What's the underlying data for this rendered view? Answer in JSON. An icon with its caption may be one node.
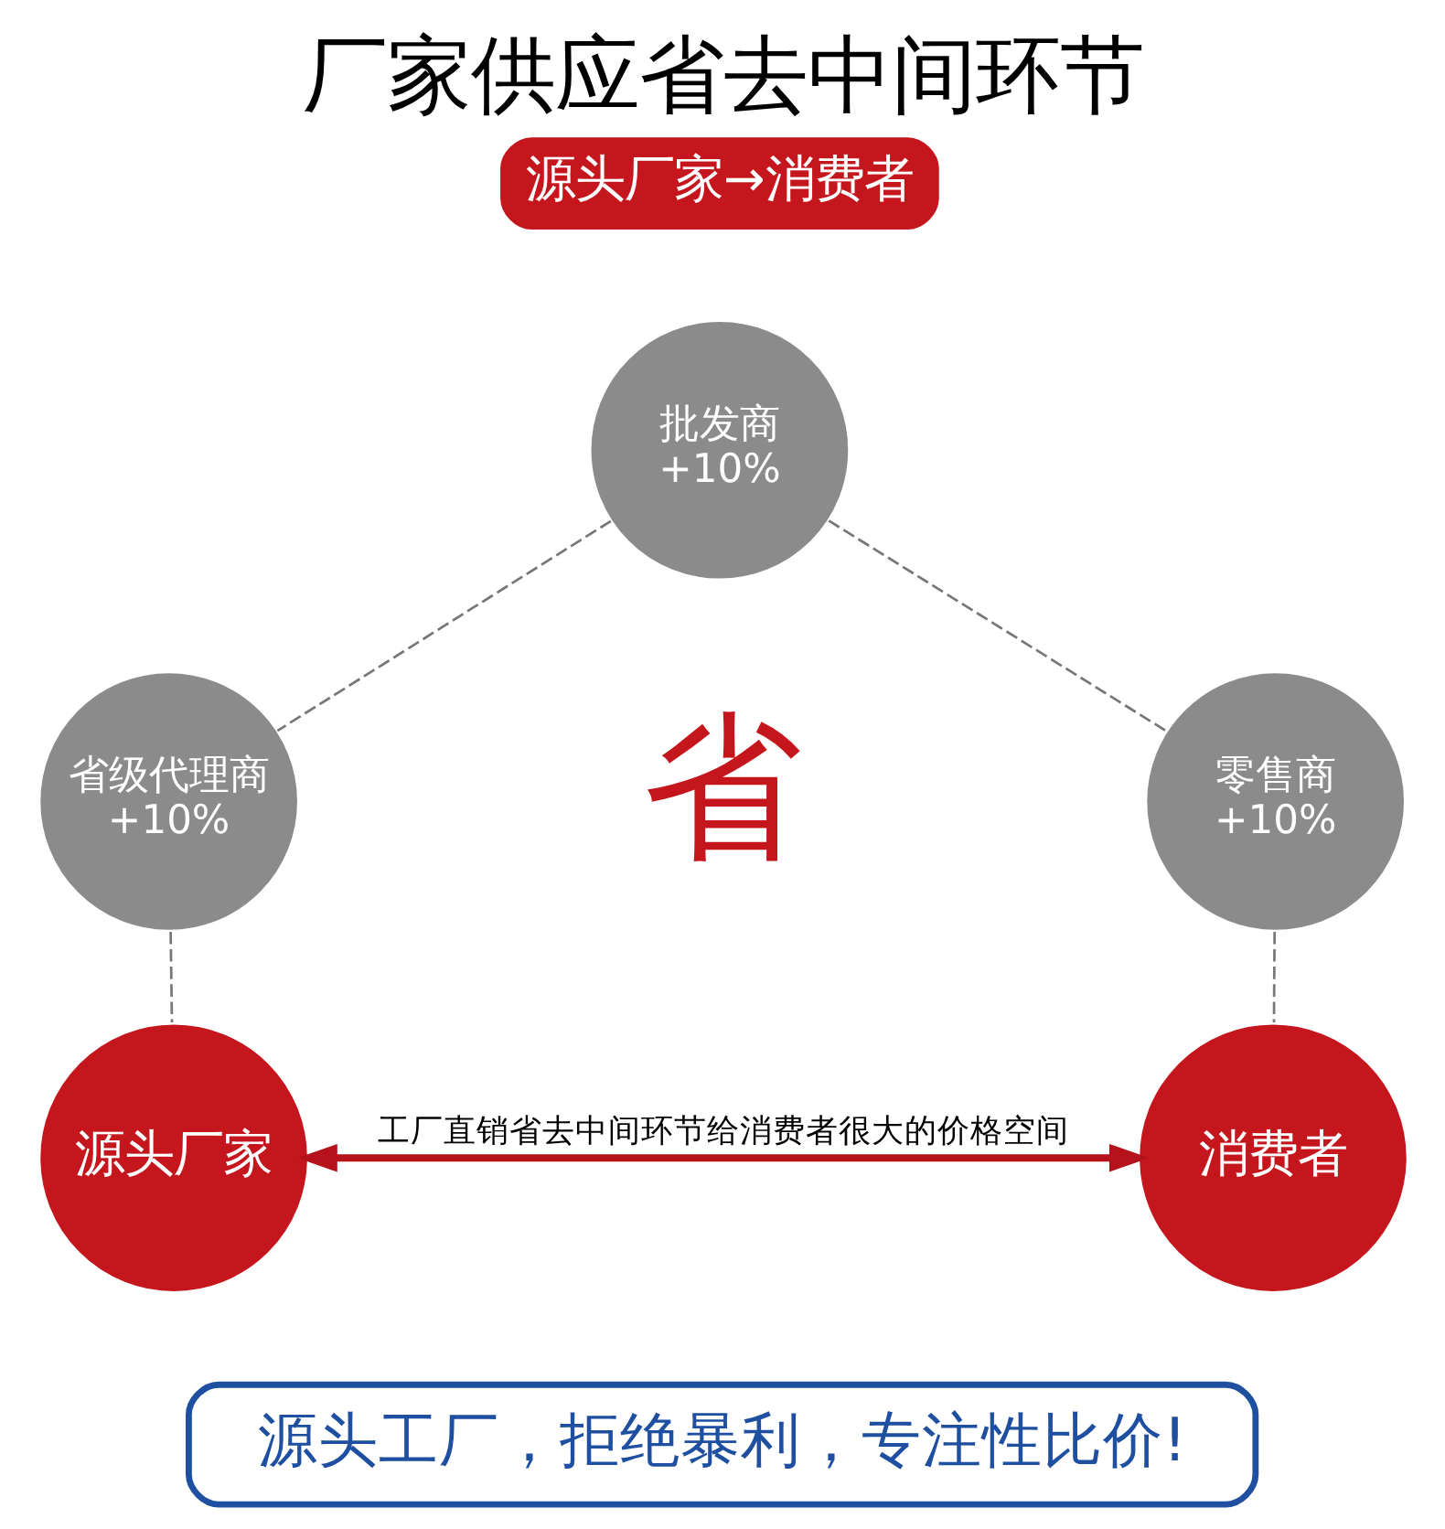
{
  "diagram": {
    "title": "厂家供应省去中间环节",
    "nodes": [
      {
        "text": [
          "源头厂家"
        ]
      },
      {
        "text": [
          "省级代理商",
          "+10%"
        ]
      },
      {
        "text": [
          "批发商",
          "+10%"
        ]
      },
      {
        "text": [
          "零售商",
          "+10%"
        ]
      },
      {
        "text": [
          "消费者"
        ]
      }
    ],
    "edges": [
      {
        "from": 0,
        "to": 1,
        "arrow": "none",
        "style": "dashed"
      },
      {
        "from": 1,
        "to": 2,
        "arrow": "none",
        "style": "dashed"
      },
      {
        "from": 2,
        "to": 3,
        "arrow": "none",
        "style": "dashed"
      },
      {
        "from": 3,
        "to": 4,
        "arrow": "none",
        "style": "dashed"
      },
      {
        "from": 0,
        "to": 4,
        "arrow": "both",
        "style": "thick",
        "label": "工厂直销省去中间环节给消费者很大的价格空间",
        "color": "#b5121b"
      }
    ],
    "labels": [
      "源头厂家→消费者",
      "省",
      "源头工厂，拒绝暴利，专注性比价!"
    ]
  }
}
